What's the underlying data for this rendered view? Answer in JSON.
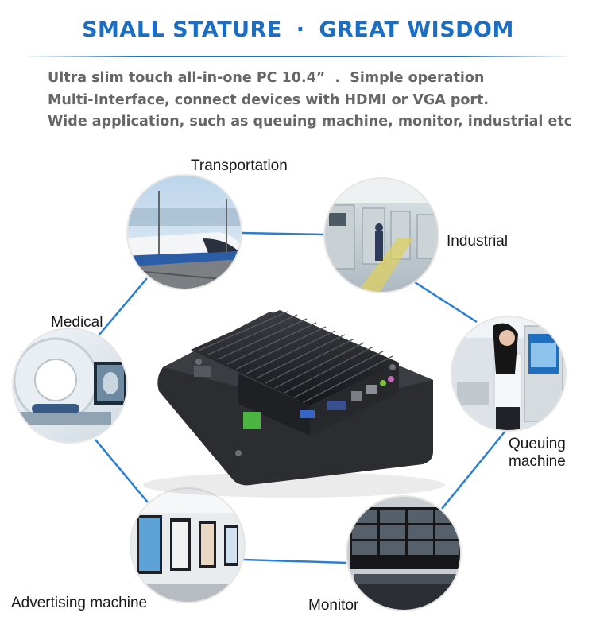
{
  "header": {
    "title_left": "SMALL STATURE",
    "separator": "·",
    "title_right": "GREAT WISDOM",
    "title_color": "#1a6fc4"
  },
  "description": [
    "Ultra slim touch all-in-one PC 10.4”  .  Simple operation",
    "Multi-Interface, connect devices with HDMI or VGA port.",
    "Wide application, such as queuing machine, monitor, industrial etc"
  ],
  "applications": {
    "transportation": "Transportation",
    "industrial": "Industrial",
    "medical": "Medical",
    "queuing_line1": "Queuing",
    "queuing_line2": "machine",
    "advertising": "Advertising machine",
    "monitor": "Monitor"
  },
  "colors": {
    "connector": "#2a7fd4",
    "device": "#2b2d31"
  }
}
